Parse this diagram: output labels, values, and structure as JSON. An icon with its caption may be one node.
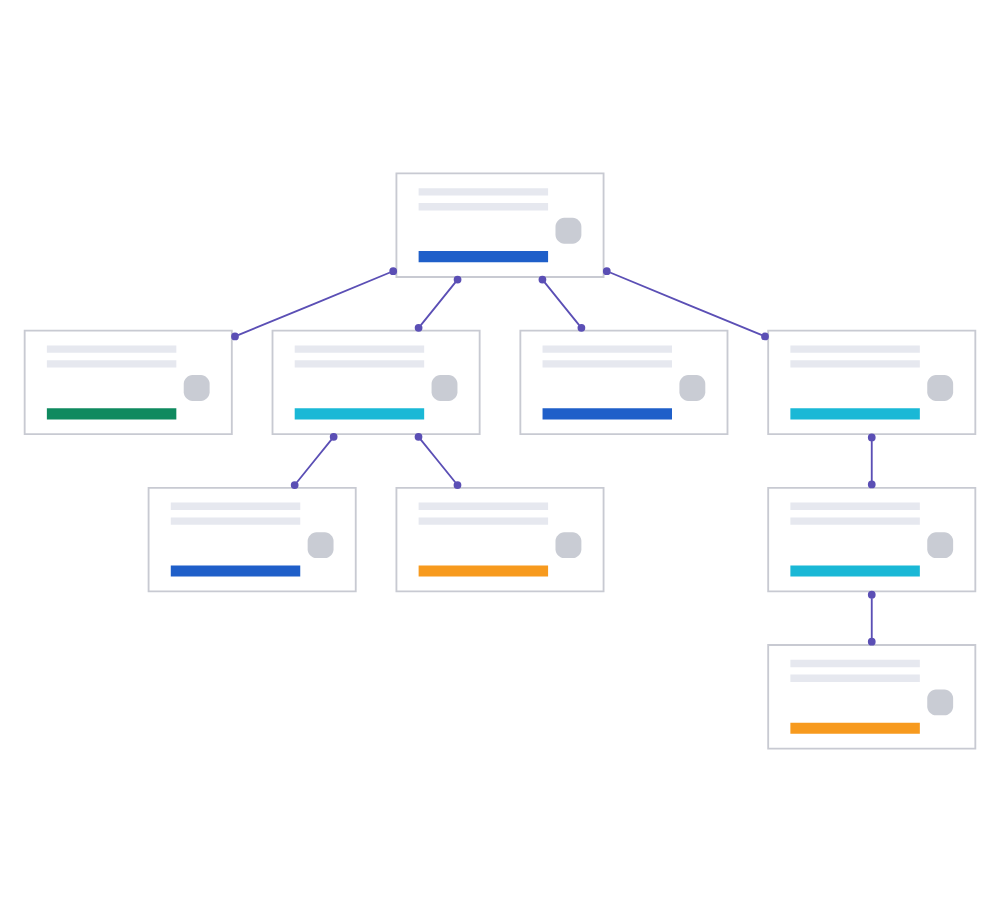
{
  "diagram": {
    "nodes": [
      {
        "text": [],
        "shape": "box"
      },
      {
        "text": [],
        "shape": "box"
      },
      {
        "text": [],
        "shape": "box"
      },
      {
        "text": [],
        "shape": "box"
      },
      {
        "text": [],
        "shape": "box"
      },
      {
        "text": [],
        "shape": "box"
      },
      {
        "text": [],
        "shape": "box"
      },
      {
        "text": [],
        "shape": "box"
      },
      {
        "text": [],
        "shape": "box"
      }
    ],
    "edges": [
      {
        "from": 0,
        "to": 1,
        "arrow": "other"
      },
      {
        "from": 0,
        "to": 2,
        "arrow": "other"
      },
      {
        "from": 0,
        "to": 3,
        "arrow": "other"
      },
      {
        "from": 0,
        "to": 5,
        "arrow": "other"
      },
      {
        "from": 2,
        "to": 4,
        "arrow": "other"
      },
      {
        "from": 2,
        "to": 6,
        "arrow": "other"
      },
      {
        "from": 5,
        "to": 7,
        "arrow": "other"
      },
      {
        "from": 7,
        "to": 8,
        "arrow": "other"
      }
    ]
  }
}
